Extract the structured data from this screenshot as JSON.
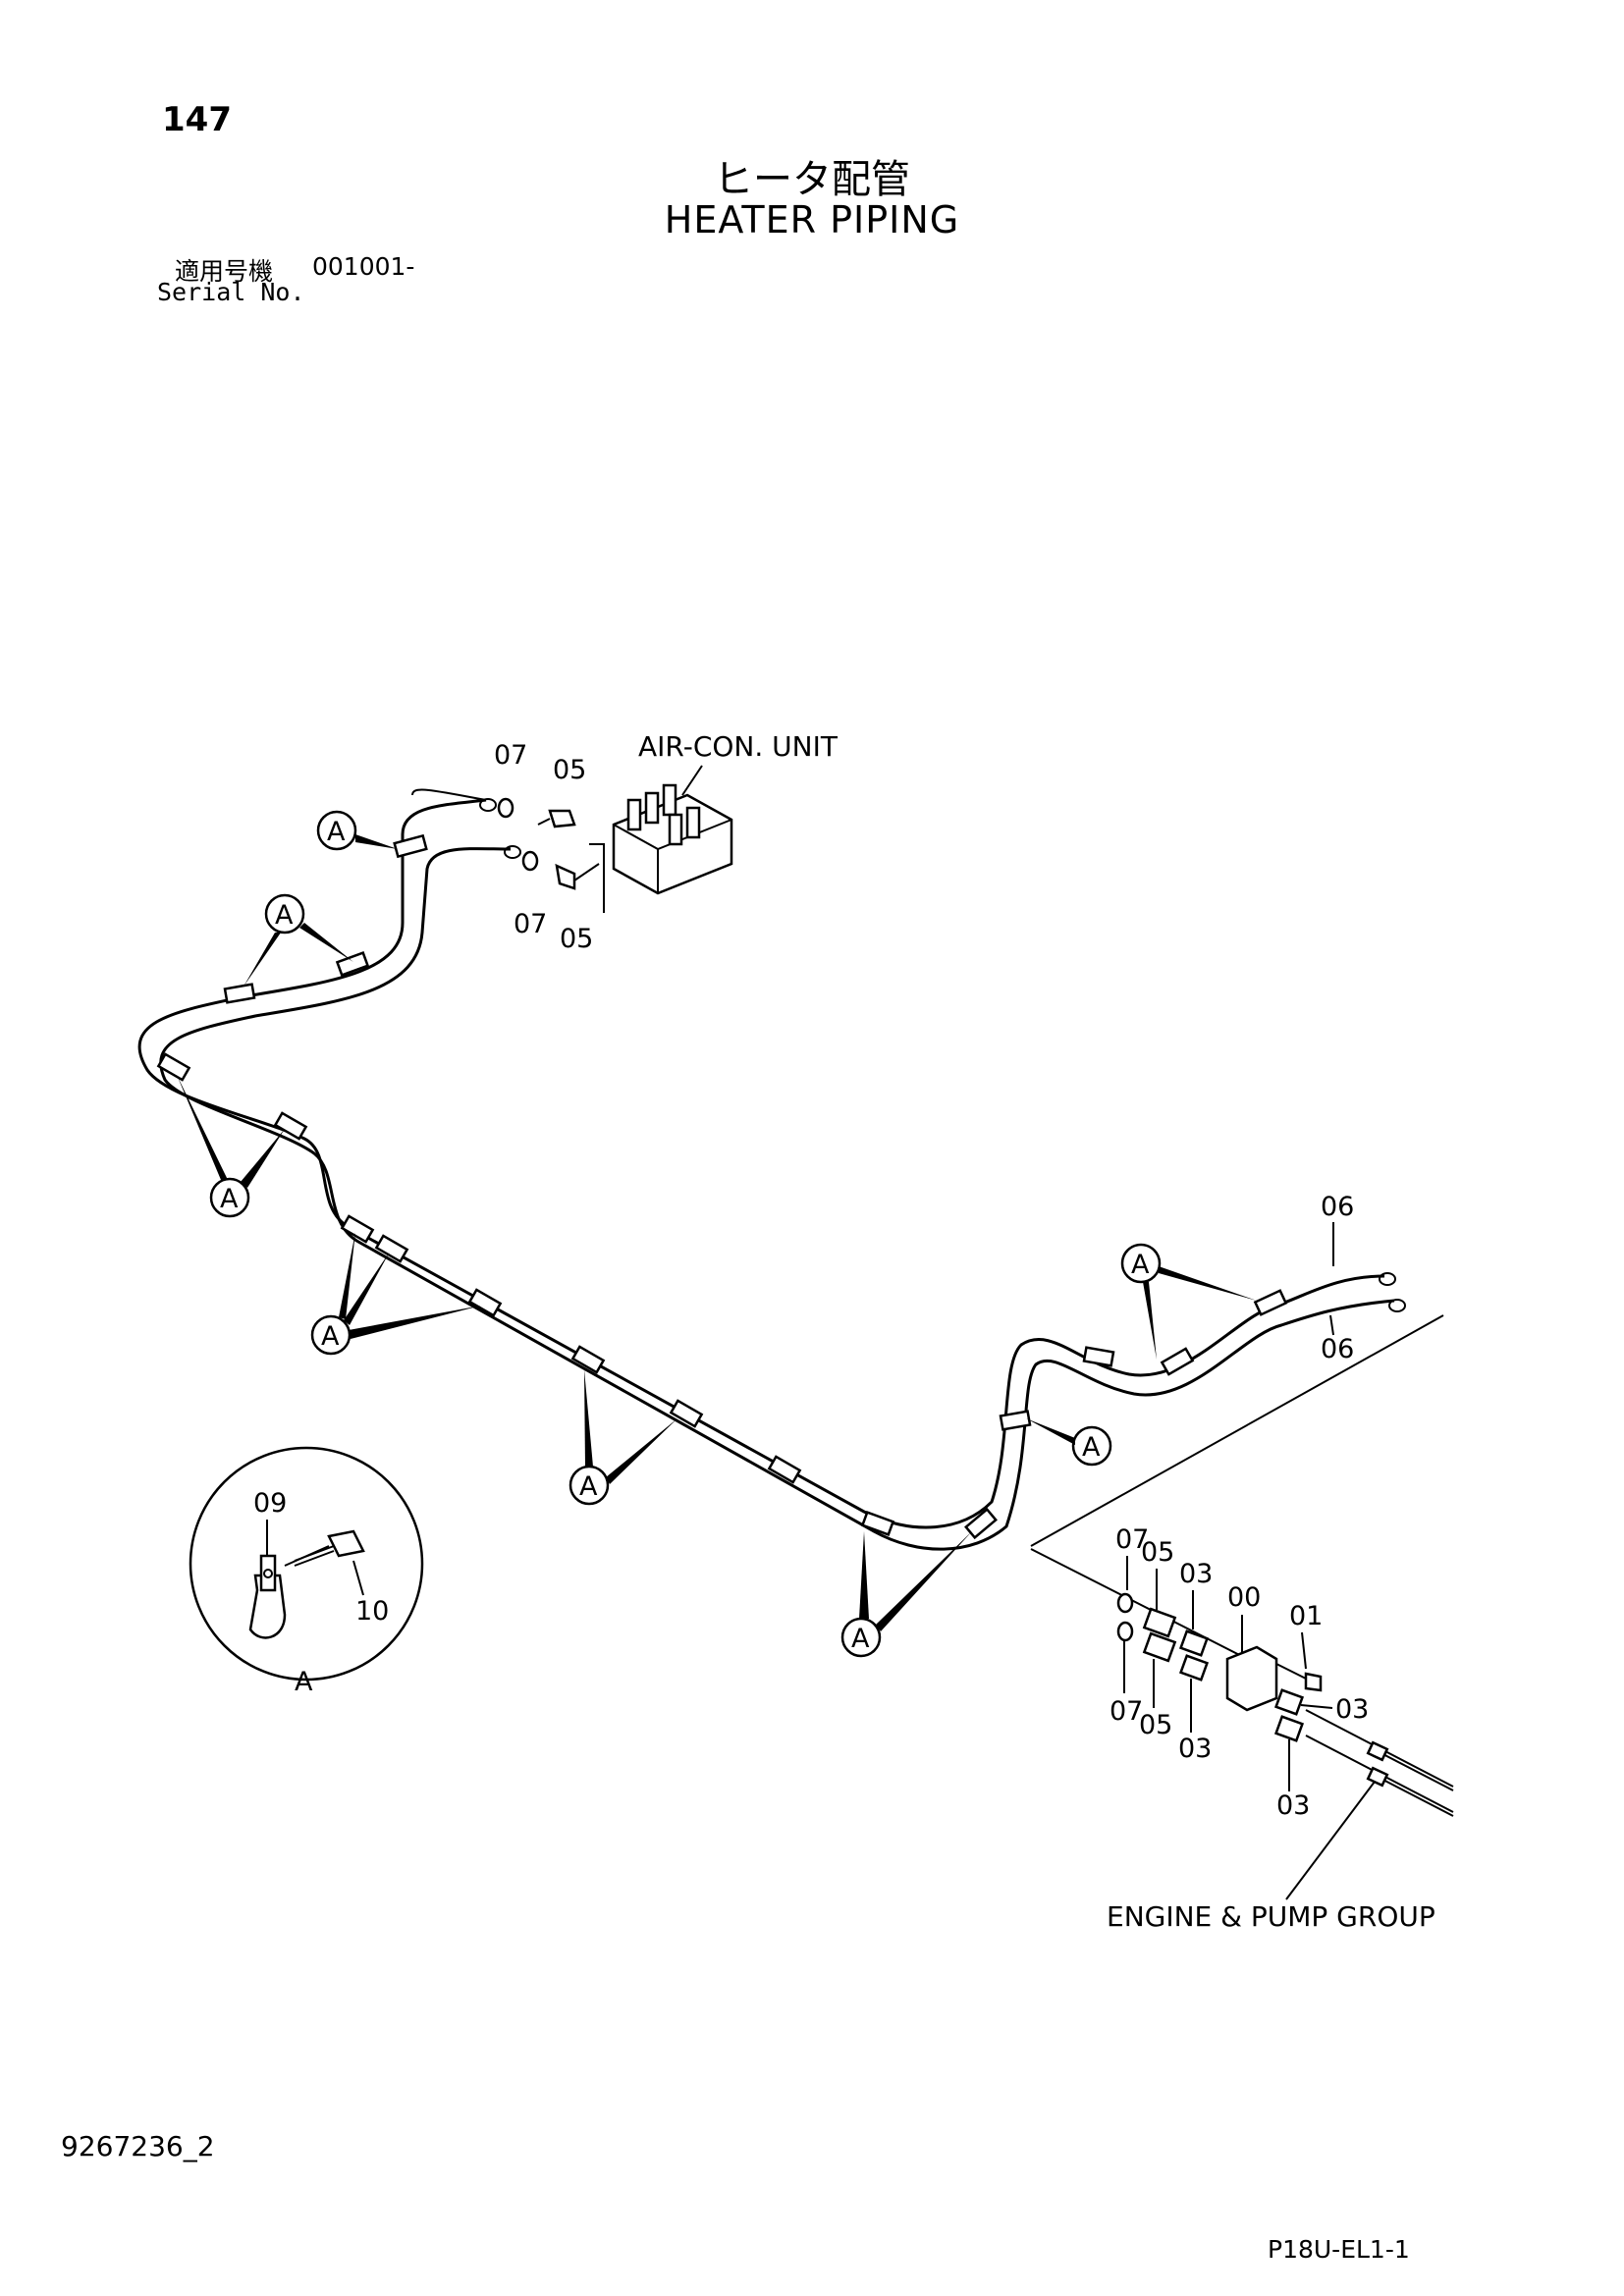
{
  "header": {
    "page_number": "147",
    "title_jp": "ヒータ配管",
    "title_en": "HEATER PIPING",
    "serial_label_jp": "適用号機",
    "serial_range": "001001-",
    "serial_label_en": "Serial No."
  },
  "labels": {
    "air_con_unit": "AIR-CON. UNIT",
    "engine_pump_group": "ENGINE & PUMP  GROUP",
    "clamp_ref": "A"
  },
  "callouts": [
    {
      "id": "c-07-top",
      "text": "07"
    },
    {
      "id": "c-05-top",
      "text": "05"
    },
    {
      "id": "c-07-mid",
      "text": "07"
    },
    {
      "id": "c-05-mid",
      "text": "05"
    },
    {
      "id": "c-06-top",
      "text": "06"
    },
    {
      "id": "c-06-bot",
      "text": "06"
    },
    {
      "id": "c-09",
      "text": "09"
    },
    {
      "id": "c-10",
      "text": "10"
    },
    {
      "id": "c-07-low1",
      "text": "07"
    },
    {
      "id": "c-05-low1",
      "text": "05"
    },
    {
      "id": "c-03-low1",
      "text": "03"
    },
    {
      "id": "c-00",
      "text": "00"
    },
    {
      "id": "c-01",
      "text": "01"
    },
    {
      "id": "c-03-right",
      "text": "03"
    },
    {
      "id": "c-07-low2",
      "text": "07"
    },
    {
      "id": "c-05-low2",
      "text": "05"
    },
    {
      "id": "c-03-low2",
      "text": "03"
    },
    {
      "id": "c-03-bottom",
      "text": "03"
    }
  ],
  "footer": {
    "doc_code": "9267236_2",
    "page_code": "P18U-EL1-1"
  }
}
